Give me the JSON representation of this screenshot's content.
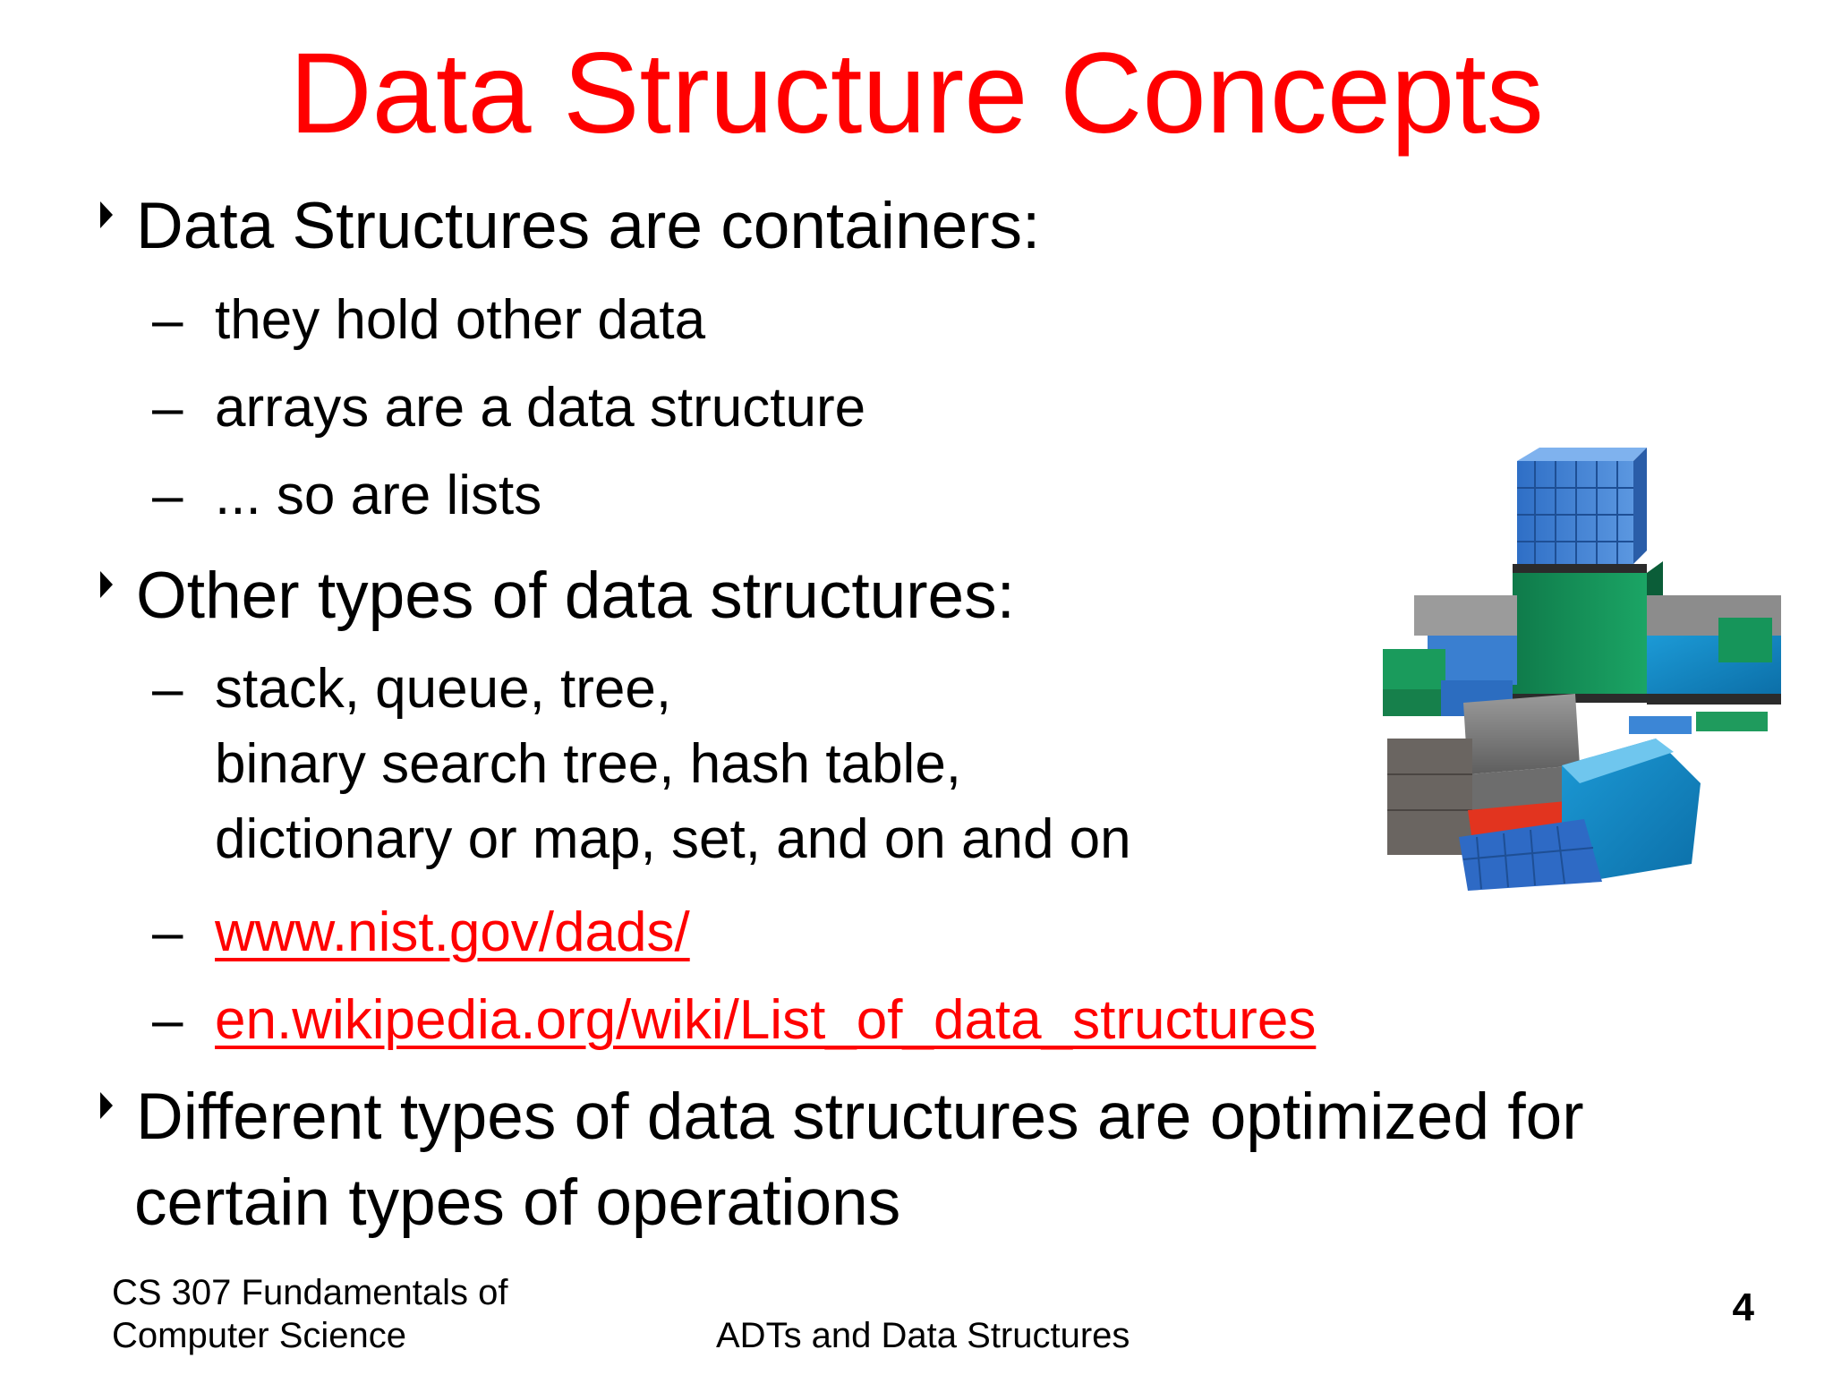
{
  "slide": {
    "title": "Data Structure Concepts",
    "bullets": [
      {
        "text": "Data Structures are containers:",
        "subs": [
          "they hold other data",
          "arrays are a data structure",
          "... so are lists"
        ]
      },
      {
        "text": "Other types of data structures:",
        "sub_multiline": [
          "stack, queue, tree,",
          "binary search tree, hash table,",
          "dictionary or map, set, and on and on"
        ],
        "links": [
          "www.nist.gov/dads/",
          "en.wikipedia.org/wiki/List_of_data_structures"
        ]
      },
      {
        "lines": [
          "Different types of data structures are optimized for",
          "certain types of operations"
        ]
      }
    ],
    "dash": "–",
    "image_icon": "storage-containers-photo"
  },
  "footer": {
    "course_line1": "CS 307 Fundamentals of",
    "course_line2": "Computer Science",
    "topic": "ADTs and Data Structures",
    "page_number": "4"
  },
  "colors": {
    "title": "#ff0000",
    "link": "#ff0000",
    "text": "#000000",
    "background": "#ffffff"
  }
}
